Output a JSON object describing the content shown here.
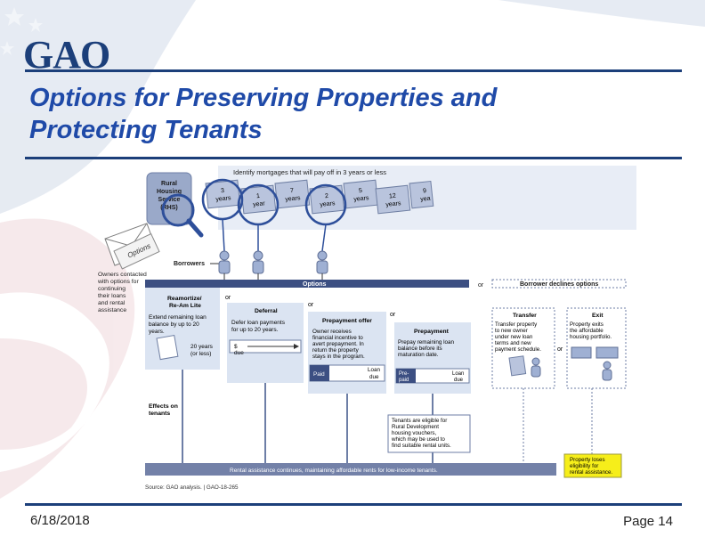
{
  "header": {
    "logo_text": "GAO",
    "title_line1": "Options for Preserving Properties and",
    "title_line2": "Protecting Tenants"
  },
  "footer": {
    "date": "6/18/2018",
    "page": "Page 14"
  },
  "diagram": {
    "top_banner": "Identify mortgages that will pay off in 3 years or less",
    "rhs_box": [
      "Rural",
      "Housing",
      "Service",
      "(RHS)"
    ],
    "folders": [
      {
        "num": "3",
        "unit": "years"
      },
      {
        "num": "1",
        "unit": "year"
      },
      {
        "num": "7",
        "unit": "years"
      },
      {
        "num": "2",
        "unit": "years"
      },
      {
        "num": "5",
        "unit": "years"
      },
      {
        "num": "12",
        "unit": "years"
      },
      {
        "num": "9",
        "unit": "yea"
      }
    ],
    "options_envelope": "Options",
    "borrowers_label": "Borrowers",
    "owners_contacted": [
      "Owners contacted",
      "with options for",
      "continuing",
      "their loans",
      "and rental",
      "assistance"
    ],
    "options_bar": "Options",
    "or_labels": [
      "or",
      "or",
      "or",
      "or",
      "or"
    ],
    "borrower_declines": "Borrower declines options",
    "reamortize_title": [
      "Reamortize/",
      "Re-Am Lite"
    ],
    "reamortize_text": [
      "Extend remaining loan",
      "balance by up to 20",
      "years."
    ],
    "reamortize_years": [
      "20 years",
      "(or less)"
    ],
    "deferral_title": "Deferral",
    "deferral_text": [
      "Defer loan payments",
      "for up to 20 years."
    ],
    "deferral_due": [
      "$",
      "due"
    ],
    "prepay_offer_title": "Prepayment offer",
    "prepay_offer_text": [
      "Owner receives",
      "financial incentive to",
      "avert prepayment. In",
      "return the property",
      "stays in the program."
    ],
    "prepay_offer_cells": [
      "Paid",
      "Loan",
      "due"
    ],
    "prepayment_title": "Prepayment",
    "prepayment_text": [
      "Prepay remaining loan",
      "balance before its",
      "maturation date."
    ],
    "prepayment_cells": [
      "Pre-",
      "paid",
      "Loan",
      "due"
    ],
    "transfer_title": "Transfer",
    "transfer_text": [
      "Transfer property",
      "to new owner",
      "under new loan",
      "terms and new",
      "payment schedule."
    ],
    "exit_title": "Exit",
    "exit_text": [
      "Property exits",
      "the affordable",
      "housing portfolio."
    ],
    "effects_label": [
      "Effects on",
      "tenants"
    ],
    "tenants_box": [
      "Tenants are eligible for",
      "Rural Development",
      "housing vouchers,",
      "which may be used to",
      "find suitable rental units."
    ],
    "property_loses": [
      "Property loses",
      "eligibility for",
      "rental assistance."
    ],
    "bottom_bar": "Rental assistance continues, maintaining affordable rents for low-income tenants.",
    "source": "Source: GAO analysis.  |  GAO-18-265"
  },
  "colors": {
    "brand_blue": "#1c3f7a",
    "title_blue": "#1f4aa8",
    "bar_navy": "#3c4f82",
    "bar_slate": "#7381a8",
    "highlight_yellow": "#f6ee1a",
    "panel_blue": "#dbe4f2"
  }
}
